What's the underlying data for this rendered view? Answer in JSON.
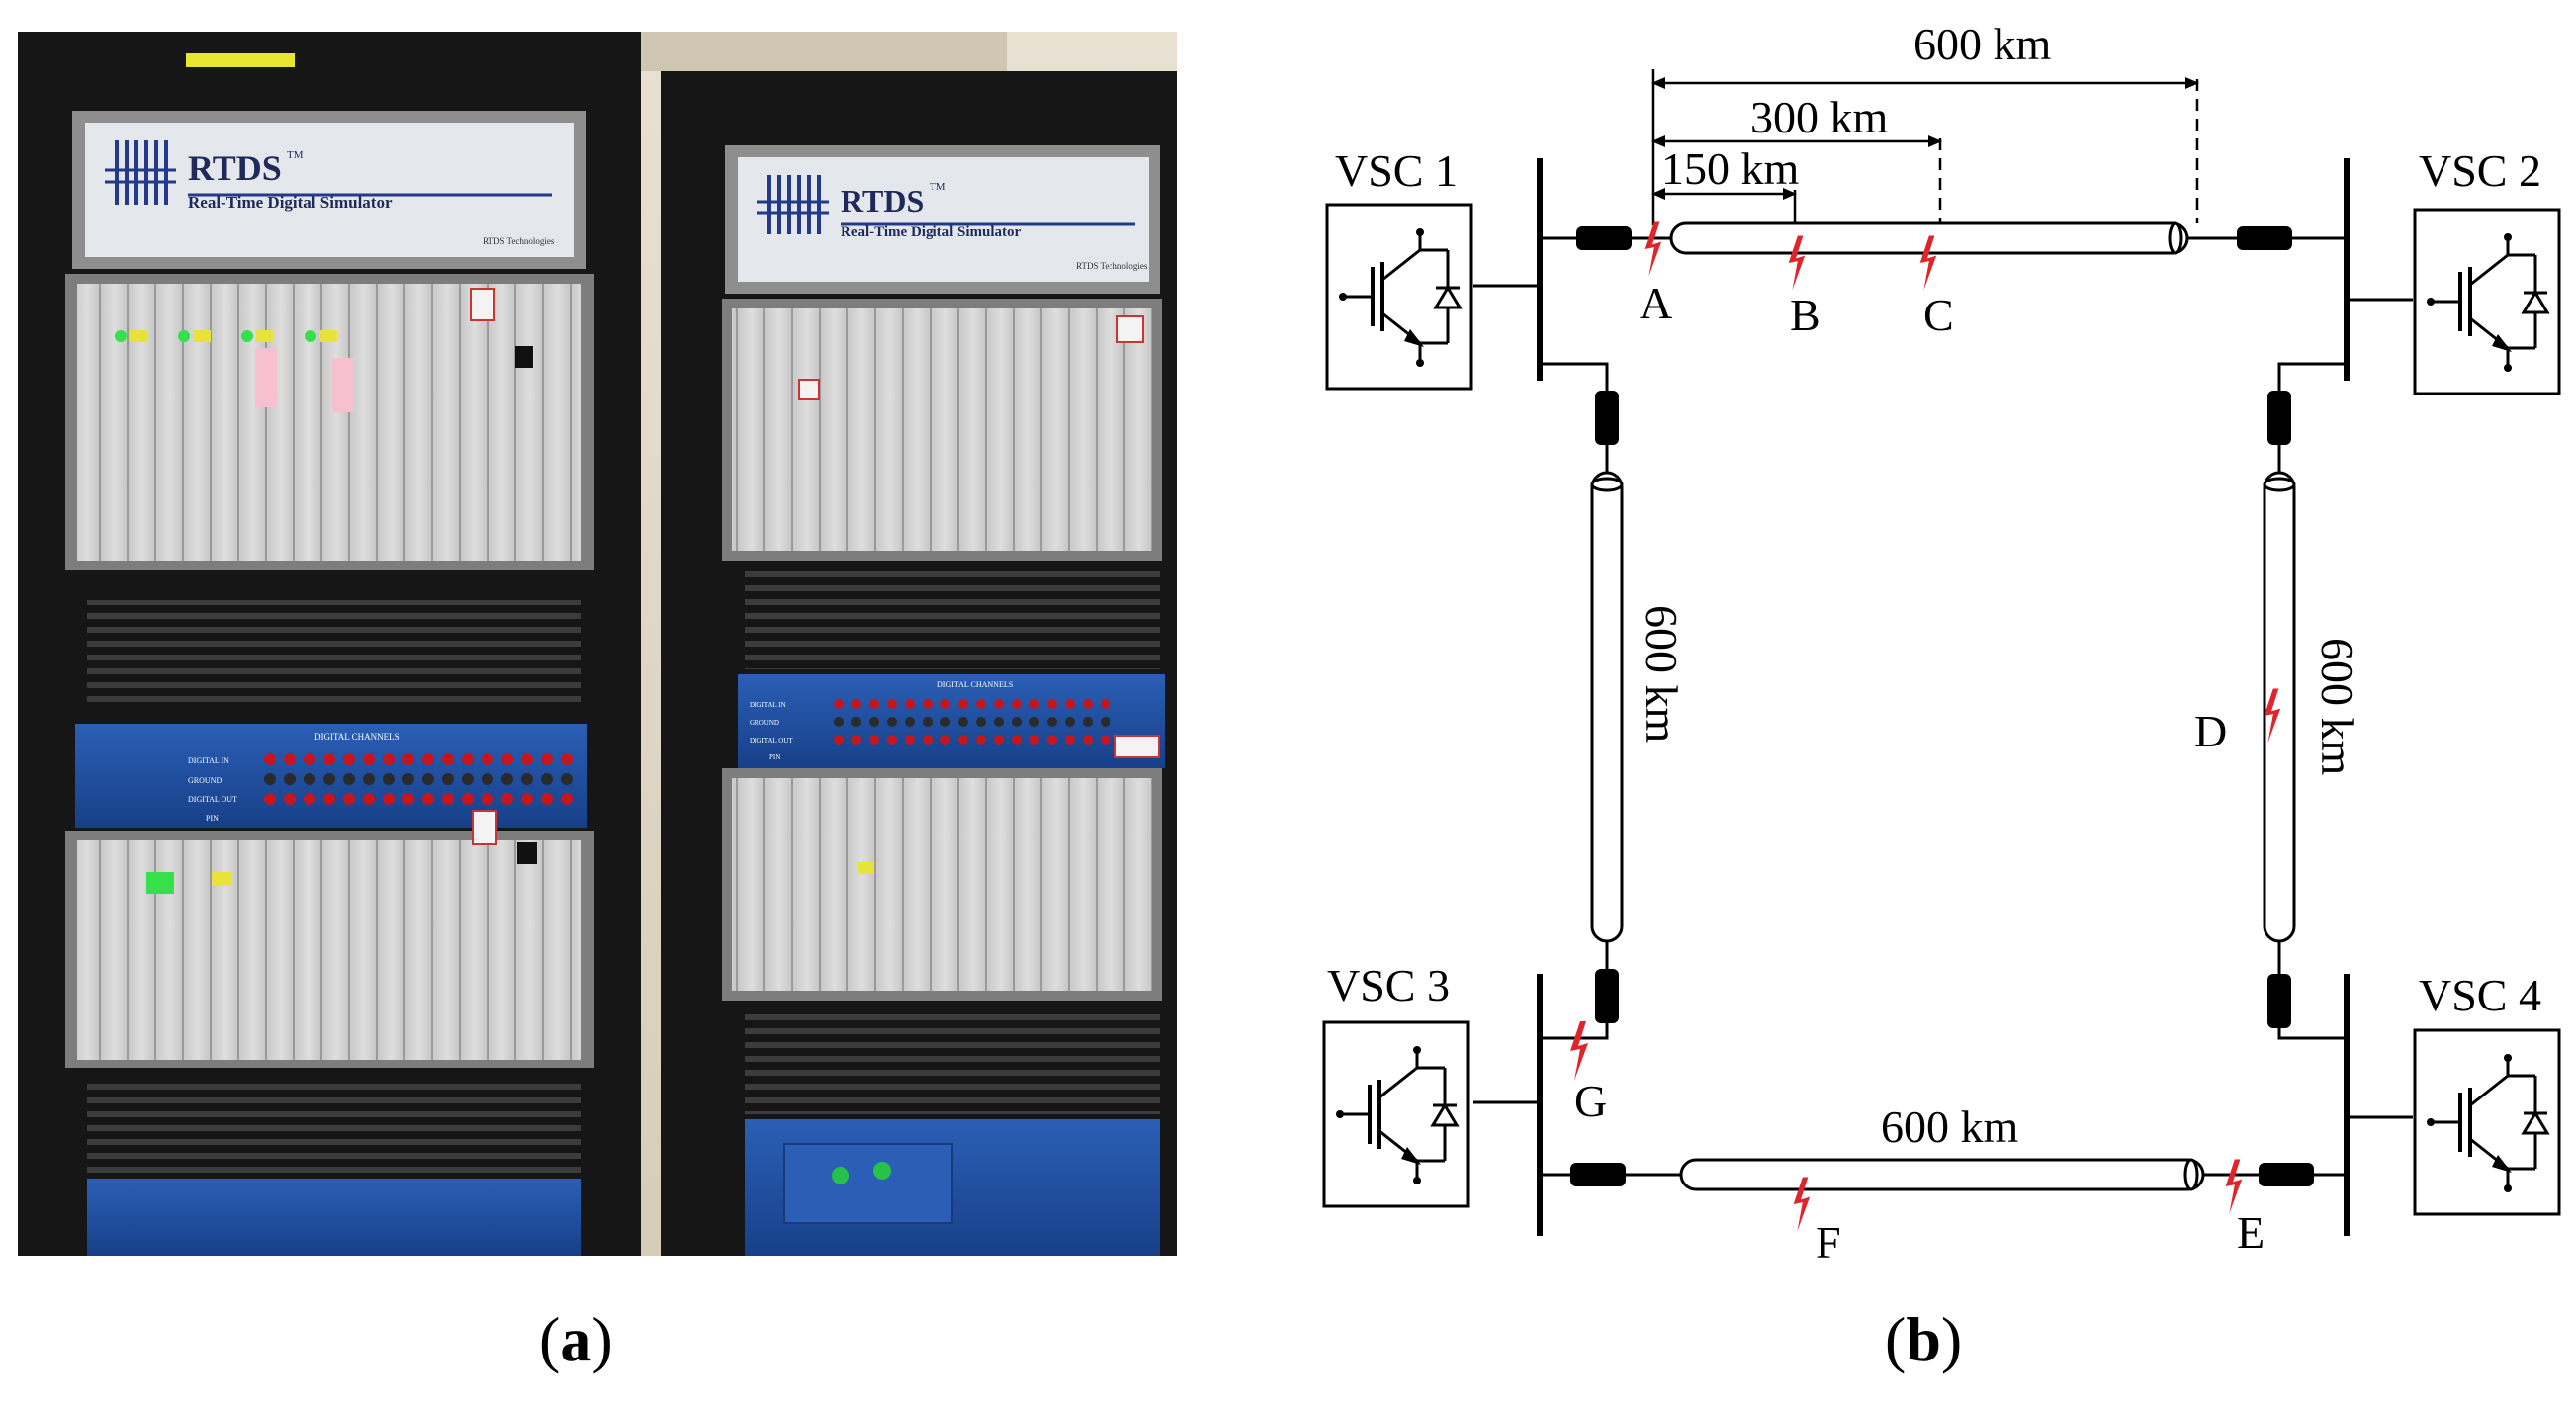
{
  "photo": {
    "rack_left": {
      "brand": "RTDS",
      "tm": "TM",
      "subtitle": "Real-Time Digital Simulator",
      "small_logo": "RTDS Technologies",
      "panel_title": "DIGITAL CHANNELS",
      "row_labels": [
        "DIGITAL IN",
        "GROUND",
        "DIGITAL OUT",
        "PIN"
      ]
    },
    "rack_right": {
      "brand": "RTDS",
      "tm": "TM",
      "subtitle": "Real-Time Digital Simulator",
      "small_logo": "RTDS Technologies",
      "panel_title": "DIGITAL CHANNELS",
      "row_labels": [
        "DIGITAL IN",
        "GROUND",
        "DIGITAL OUT",
        "PIN"
      ]
    },
    "colors": {
      "rack": "#1a1a1a",
      "panel": "#cfcfcf",
      "blue_panel": "#1d4fa0",
      "jack": "#c4161c",
      "led_green": "#36e04a",
      "led_yellow": "#e8e23a"
    }
  },
  "diagram": {
    "converters": {
      "vsc1": "VSC 1",
      "vsc2": "VSC 2",
      "vsc3": "VSC 3",
      "vsc4": "VSC 4"
    },
    "distances": {
      "top_total": "600 km",
      "top_300": "300 km",
      "top_150": "150 km",
      "left": "600 km",
      "right": "600 km",
      "bottom": "600 km"
    },
    "fault_points": [
      "A",
      "B",
      "C",
      "D",
      "E",
      "F",
      "G"
    ],
    "colors": {
      "fault": "#e0242b",
      "line": "#000000"
    }
  },
  "captions": {
    "a": {
      "open": "(",
      "letter": "a",
      "close": ")"
    },
    "b": {
      "open": "(",
      "letter": "b",
      "close": ")"
    }
  }
}
